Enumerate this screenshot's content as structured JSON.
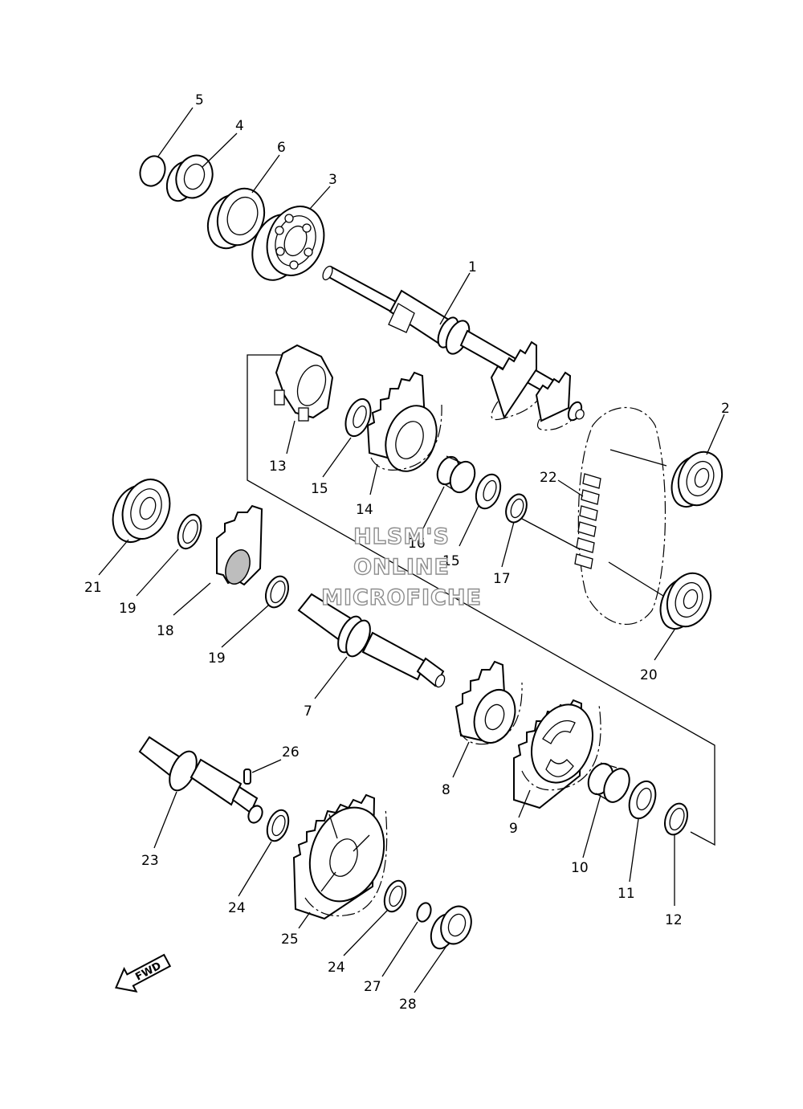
{
  "watermark": {
    "line1": "HLSM'S",
    "line2": "ONLINE",
    "line3": "MICROFICHE"
  },
  "direction_arrow": {
    "label": "FWD",
    "icon": "arrow-down-left-icon"
  },
  "callouts": [
    {
      "id": "c1",
      "text": "1"
    },
    {
      "id": "c2",
      "text": "2"
    },
    {
      "id": "c3",
      "text": "3"
    },
    {
      "id": "c4",
      "text": "4"
    },
    {
      "id": "c5",
      "text": "5"
    },
    {
      "id": "c6",
      "text": "6"
    },
    {
      "id": "c7",
      "text": "7"
    },
    {
      "id": "c8",
      "text": "8"
    },
    {
      "id": "c9",
      "text": "9"
    },
    {
      "id": "c10",
      "text": "10"
    },
    {
      "id": "c11",
      "text": "11"
    },
    {
      "id": "c12",
      "text": "12"
    },
    {
      "id": "c13",
      "text": "13"
    },
    {
      "id": "c14",
      "text": "14"
    },
    {
      "id": "c15a",
      "text": "15"
    },
    {
      "id": "c15b",
      "text": "15"
    },
    {
      "id": "c16",
      "text": "16"
    },
    {
      "id": "c17",
      "text": "17"
    },
    {
      "id": "c18",
      "text": "18"
    },
    {
      "id": "c19a",
      "text": "19"
    },
    {
      "id": "c19b",
      "text": "19"
    },
    {
      "id": "c20",
      "text": "20"
    },
    {
      "id": "c21",
      "text": "21"
    },
    {
      "id": "c22",
      "text": "22"
    },
    {
      "id": "c23",
      "text": "23"
    },
    {
      "id": "c24a",
      "text": "24"
    },
    {
      "id": "c24b",
      "text": "24"
    },
    {
      "id": "c25",
      "text": "25"
    },
    {
      "id": "c26",
      "text": "26"
    },
    {
      "id": "c27",
      "text": "27"
    },
    {
      "id": "c28",
      "text": "28"
    }
  ]
}
